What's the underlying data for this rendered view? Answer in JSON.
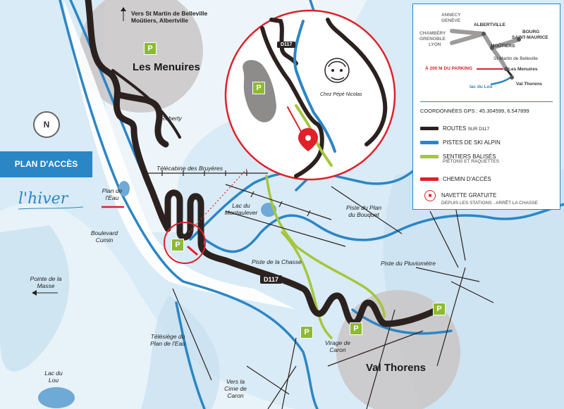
{
  "title": "PLAN D'ACCÈS",
  "season": "l'hiver",
  "places": {
    "les_menuires": "Les Menuires",
    "val_thorens": "Val Thorens",
    "reberty": "Reberty",
    "plan_eau": "Plan de l'Eau",
    "boulevard_cumin": "Boulevard Cumin",
    "pointe_masse": "Pointe de la Masse",
    "telesiege": "Télésiège du Plan de l'Eau",
    "lac_lou": "Lac du Lou",
    "cime_caron": "Vers la Cime de Caron",
    "virage_caron": "Virage de Caron",
    "lac_montaulever": "Lac du Montaulever",
    "piste_chasse": "Piste de la Chasse",
    "piste_plan_bouquet": "Piste du Plan du Bouquet",
    "piste_pluviometre": "Piste du Pluviomètre",
    "telecabine": "Télécabine des Bruyères",
    "vers_st_martin": "Vers St Martin de Belleville Moûtiers, Albertville"
  },
  "road_tag": "D117",
  "parking": "P",
  "compass": "N",
  "inset": {
    "restaurant_sign": "Chez Pépé Nicolas",
    "road": "D117"
  },
  "legend": {
    "locator": {
      "annecy": "ANNECY",
      "geneve": "GENÈVE",
      "albertville": "ALBERTVILLE",
      "chambery": "CHAMBÉRY",
      "grenoble": "GRENOBLE",
      "lyon": "LYON",
      "bourg": "BOURG",
      "st_maurice": "SAINT-MAURICE",
      "moutiers": "MOÛTIERS",
      "st_martin": "St-Martin de Belleville",
      "les_menuires": "Les Menuires",
      "val_thorens": "Val Thorens",
      "lac_lou": "lac du Lou",
      "parking_note": "À 200 M DU PARKING"
    },
    "gps": "COORDONNÉES GPS : 45.304599, 6.547899",
    "items": [
      {
        "label": "ROUTES",
        "sub": "SUR D117",
        "color": "#2b2220"
      },
      {
        "label": "PISTES DE SKI ALPIN",
        "sub": "",
        "color": "#2b86c5"
      },
      {
        "label": "SENTIERS BALISÉS",
        "sub": "PIÉTONS ET RAQUETTES",
        "color": "#a5c63b"
      },
      {
        "label": "CHEMIN D'ACCÈS",
        "sub": "",
        "color": "#e0202a"
      },
      {
        "label": "NAVETTE GRATUITE",
        "sub": "DEPUIS LES STATIONS - ARRÊT LA CHASSE",
        "color": "#e0202a"
      }
    ]
  },
  "colors": {
    "road": "#2b2220",
    "piste": "#2b86c5",
    "sentier": "#a5c63b",
    "access": "#e0202a",
    "parking": "#8dbb2e"
  }
}
